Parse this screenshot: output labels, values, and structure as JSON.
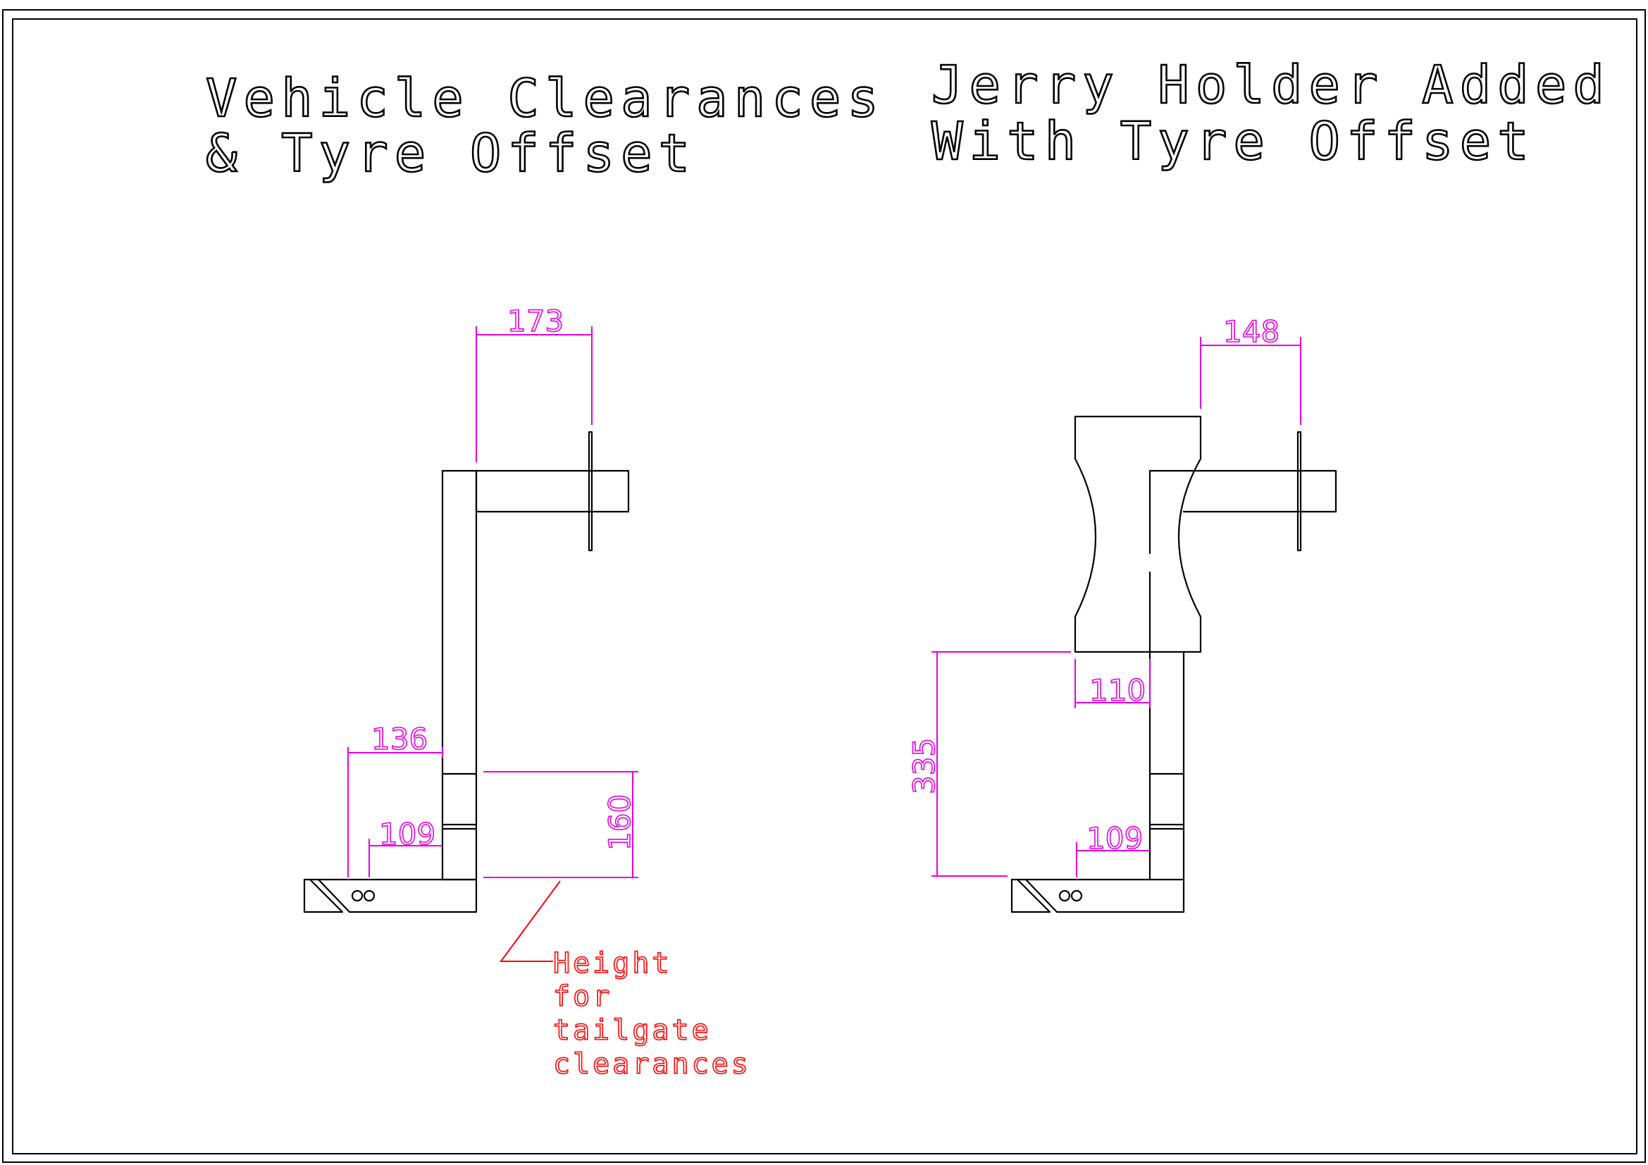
{
  "titles": {
    "left_line1": "Vehicle Clearances",
    "left_line2": "& Tyre Offset",
    "right_line1": "Jerry Holder Added",
    "right_line2": "With Tyre Offset"
  },
  "dimensions": {
    "left_top": "173",
    "left_136": "136",
    "left_109": "109",
    "left_160": "160",
    "right_top": "148",
    "right_110": "110",
    "right_335": "335",
    "right_109": "109"
  },
  "note": {
    "line1": "Height",
    "line2": "for",
    "line3": "tailgate",
    "line4": "clearances"
  },
  "colors": {
    "outline": "#000000",
    "dimension": "#e600e6",
    "annotation": "#ff0000"
  }
}
